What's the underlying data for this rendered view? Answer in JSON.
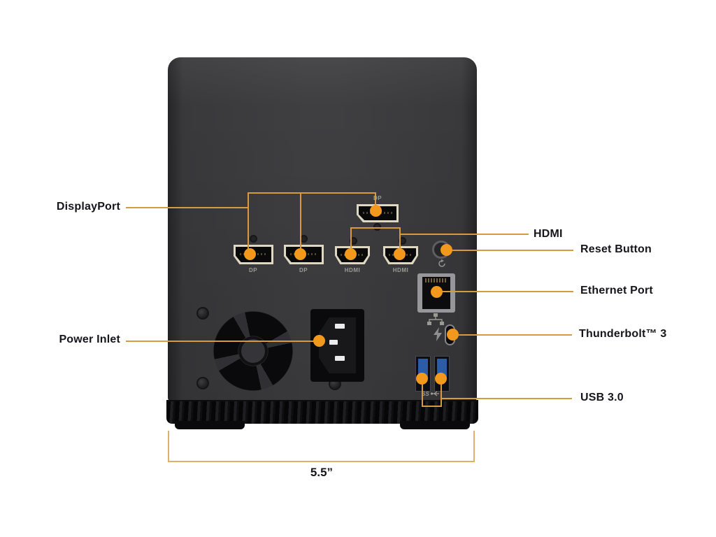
{
  "callouts": {
    "displayport": {
      "label": "DisplayPort"
    },
    "hdmi": {
      "label": "HDMI"
    },
    "reset": {
      "label": "Reset Button"
    },
    "ethernet": {
      "label": "Ethernet Port"
    },
    "thunderbolt": {
      "label": "Thunderbolt™ 3"
    },
    "power": {
      "label": "Power Inlet"
    },
    "usb": {
      "label": "USB 3.0"
    }
  },
  "dimension": {
    "width_label": "5.5”"
  },
  "ports": {
    "top_dp": {
      "label": "DP"
    },
    "dp1": {
      "label": "DP"
    },
    "dp2": {
      "label": "DP"
    },
    "hdmi1": {
      "label": "HDMI"
    },
    "hdmi2": {
      "label": "HDMI"
    },
    "usb_ss": {
      "label": "SS"
    }
  },
  "icons": [
    "reset-icon",
    "ethernet-network-icon",
    "thunderbolt-lightning-icon",
    "usb-superspeed-icon"
  ],
  "colors": {
    "accent_orange_dot": "#F2991D",
    "leader_line": "#D79B3F",
    "dimension_line": "#DFB069",
    "label_text": "#15151C",
    "device_body": "#3F3F42",
    "port_outline": "#DED8C2",
    "usb_blue": "#2D5CA6",
    "background": "#FFFFFF"
  }
}
